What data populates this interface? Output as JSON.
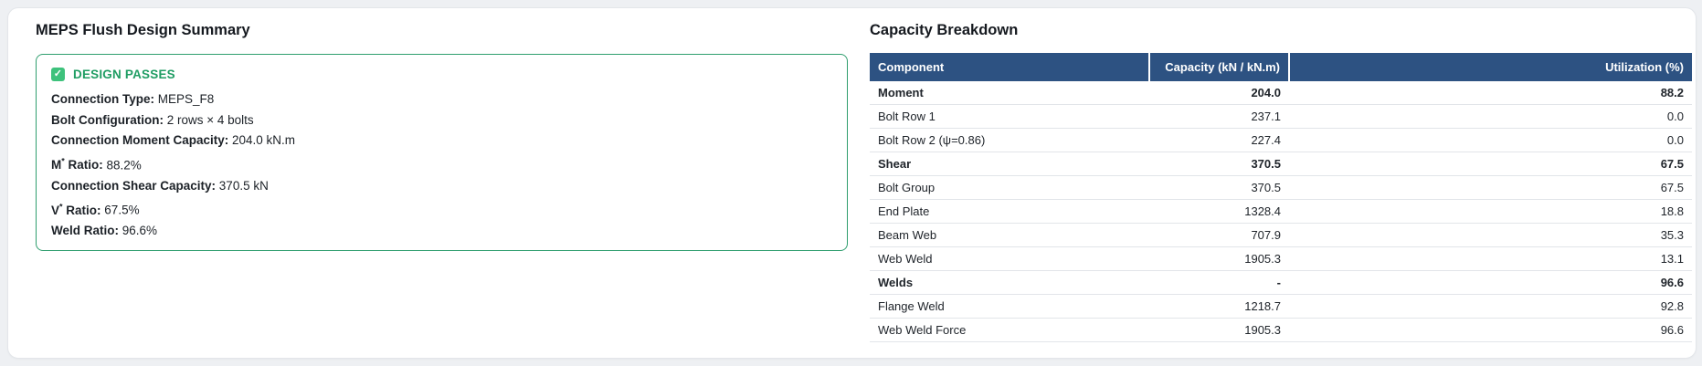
{
  "colors": {
    "page_background": "#eef0f3",
    "card_background": "#ffffff",
    "status_green": "#1f9d63",
    "status_border_green": "#2f9e6e",
    "check_icon_green": "#3ec27c",
    "table_header_navy": "#2d5282"
  },
  "left_panel": {
    "title": "MEPS Flush Design Summary",
    "status": {
      "icon": "check",
      "label": "DESIGN PASSES"
    },
    "details": [
      {
        "label": "Connection Type",
        "value": "MEPS_F8"
      },
      {
        "label": "Bolt Configuration",
        "value": "2 rows × 4 bolts"
      },
      {
        "label": "Connection Moment Capacity",
        "value": "204.0 kN.m"
      },
      {
        "label": "M* Ratio",
        "value": "88.2%"
      },
      {
        "label": "Connection Shear Capacity",
        "value": "370.5 kN"
      },
      {
        "label": "V* Ratio",
        "value": "67.5%"
      },
      {
        "label": "Weld Ratio",
        "value": "96.6%"
      }
    ]
  },
  "right_panel": {
    "title": "Capacity Breakdown",
    "table": {
      "columns": [
        "Component",
        "Capacity (kN / kN.m)",
        "Utilization (%)"
      ],
      "rows": [
        {
          "component": "Moment",
          "capacity": "204.0",
          "utilization": "88.2",
          "bold": true
        },
        {
          "component": "Bolt Row 1",
          "capacity": "237.1",
          "utilization": "0.0",
          "bold": false
        },
        {
          "component": "Bolt Row 2 (ψ=0.86)",
          "capacity": "227.4",
          "utilization": "0.0",
          "bold": false
        },
        {
          "component": "Shear",
          "capacity": "370.5",
          "utilization": "67.5",
          "bold": true
        },
        {
          "component": "Bolt Group",
          "capacity": "370.5",
          "utilization": "67.5",
          "bold": false
        },
        {
          "component": "End Plate",
          "capacity": "1328.4",
          "utilization": "18.8",
          "bold": false
        },
        {
          "component": "Beam Web",
          "capacity": "707.9",
          "utilization": "35.3",
          "bold": false
        },
        {
          "component": "Web Weld",
          "capacity": "1905.3",
          "utilization": "13.1",
          "bold": false
        },
        {
          "component": "Welds",
          "capacity": "-",
          "utilization": "96.6",
          "bold": true
        },
        {
          "component": "Flange Weld",
          "capacity": "1218.7",
          "utilization": "92.8",
          "bold": false
        },
        {
          "component": "Web Weld Force",
          "capacity": "1905.3",
          "utilization": "96.6",
          "bold": false
        }
      ]
    }
  }
}
